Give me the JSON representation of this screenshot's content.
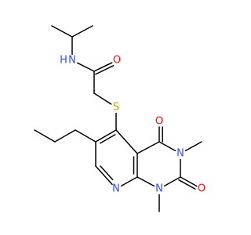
{
  "molecule": {
    "atoms": [
      {
        "id": "me1a",
        "label": ""
      },
      {
        "id": "iprCH",
        "label": ""
      },
      {
        "id": "me1b",
        "label": ""
      },
      {
        "id": "N_amide",
        "label": "N",
        "h": "H",
        "color": "#3050F8"
      },
      {
        "id": "C_amide",
        "label": ""
      },
      {
        "id": "O_amide",
        "label": "O",
        "color": "#FF0D0D"
      },
      {
        "id": "CH2",
        "label": ""
      },
      {
        "id": "S",
        "label": "S",
        "color": "#C8A000"
      },
      {
        "id": "C5",
        "label": ""
      },
      {
        "id": "C6",
        "label": ""
      },
      {
        "id": "C7",
        "label": ""
      },
      {
        "id": "N8",
        "label": "N",
        "color": "#3050F8"
      },
      {
        "id": "C8a",
        "label": ""
      },
      {
        "id": "C4a",
        "label": ""
      },
      {
        "id": "C4",
        "label": ""
      },
      {
        "id": "O4",
        "label": "O",
        "color": "#FF0D0D"
      },
      {
        "id": "N3",
        "label": "N",
        "color": "#3050F8"
      },
      {
        "id": "Me3",
        "label": ""
      },
      {
        "id": "C2",
        "label": ""
      },
      {
        "id": "O2",
        "label": "O",
        "color": "#FF0D0D"
      },
      {
        "id": "N1",
        "label": "N",
        "color": "#3050F8"
      },
      {
        "id": "Me1",
        "label": ""
      },
      {
        "id": "Pr1",
        "label": ""
      },
      {
        "id": "Pr2",
        "label": ""
      },
      {
        "id": "Pr3",
        "label": ""
      }
    ],
    "bonds": [
      {
        "a": "me1a",
        "b": "iprCH",
        "order": 1
      },
      {
        "a": "iprCH",
        "b": "me1b",
        "order": 1
      },
      {
        "a": "iprCH",
        "b": "N_amide",
        "order": 1
      },
      {
        "a": "N_amide",
        "b": "C_amide",
        "order": 1
      },
      {
        "a": "C_amide",
        "b": "O_amide",
        "order": 2
      },
      {
        "a": "C_amide",
        "b": "CH2",
        "order": 1
      },
      {
        "a": "CH2",
        "b": "S",
        "order": 1
      },
      {
        "a": "S",
        "b": "C5",
        "order": 1
      },
      {
        "a": "C5",
        "b": "C6",
        "order": 2
      },
      {
        "a": "C6",
        "b": "C7",
        "order": 1
      },
      {
        "a": "C7",
        "b": "N8",
        "order": 2
      },
      {
        "a": "N8",
        "b": "C8a",
        "order": 1
      },
      {
        "a": "C8a",
        "b": "C4a",
        "order": 2
      },
      {
        "a": "C4a",
        "b": "C5",
        "order": 1
      },
      {
        "a": "C4a",
        "b": "C4",
        "order": 1
      },
      {
        "a": "C4",
        "b": "O4",
        "order": 2
      },
      {
        "a": "C4",
        "b": "N3",
        "order": 1
      },
      {
        "a": "N3",
        "b": "Me3",
        "order": 1
      },
      {
        "a": "N3",
        "b": "C2",
        "order": 1
      },
      {
        "a": "C2",
        "b": "O2",
        "order": 2
      },
      {
        "a": "C2",
        "b": "N1",
        "order": 1
      },
      {
        "a": "N1",
        "b": "C8a",
        "order": 1
      },
      {
        "a": "N1",
        "b": "Me1",
        "order": 1
      },
      {
        "a": "C6",
        "b": "Pr1",
        "order": 1
      },
      {
        "a": "Pr1",
        "b": "Pr2",
        "order": 1
      },
      {
        "a": "Pr2",
        "b": "Pr3",
        "order": 1
      }
    ]
  }
}
